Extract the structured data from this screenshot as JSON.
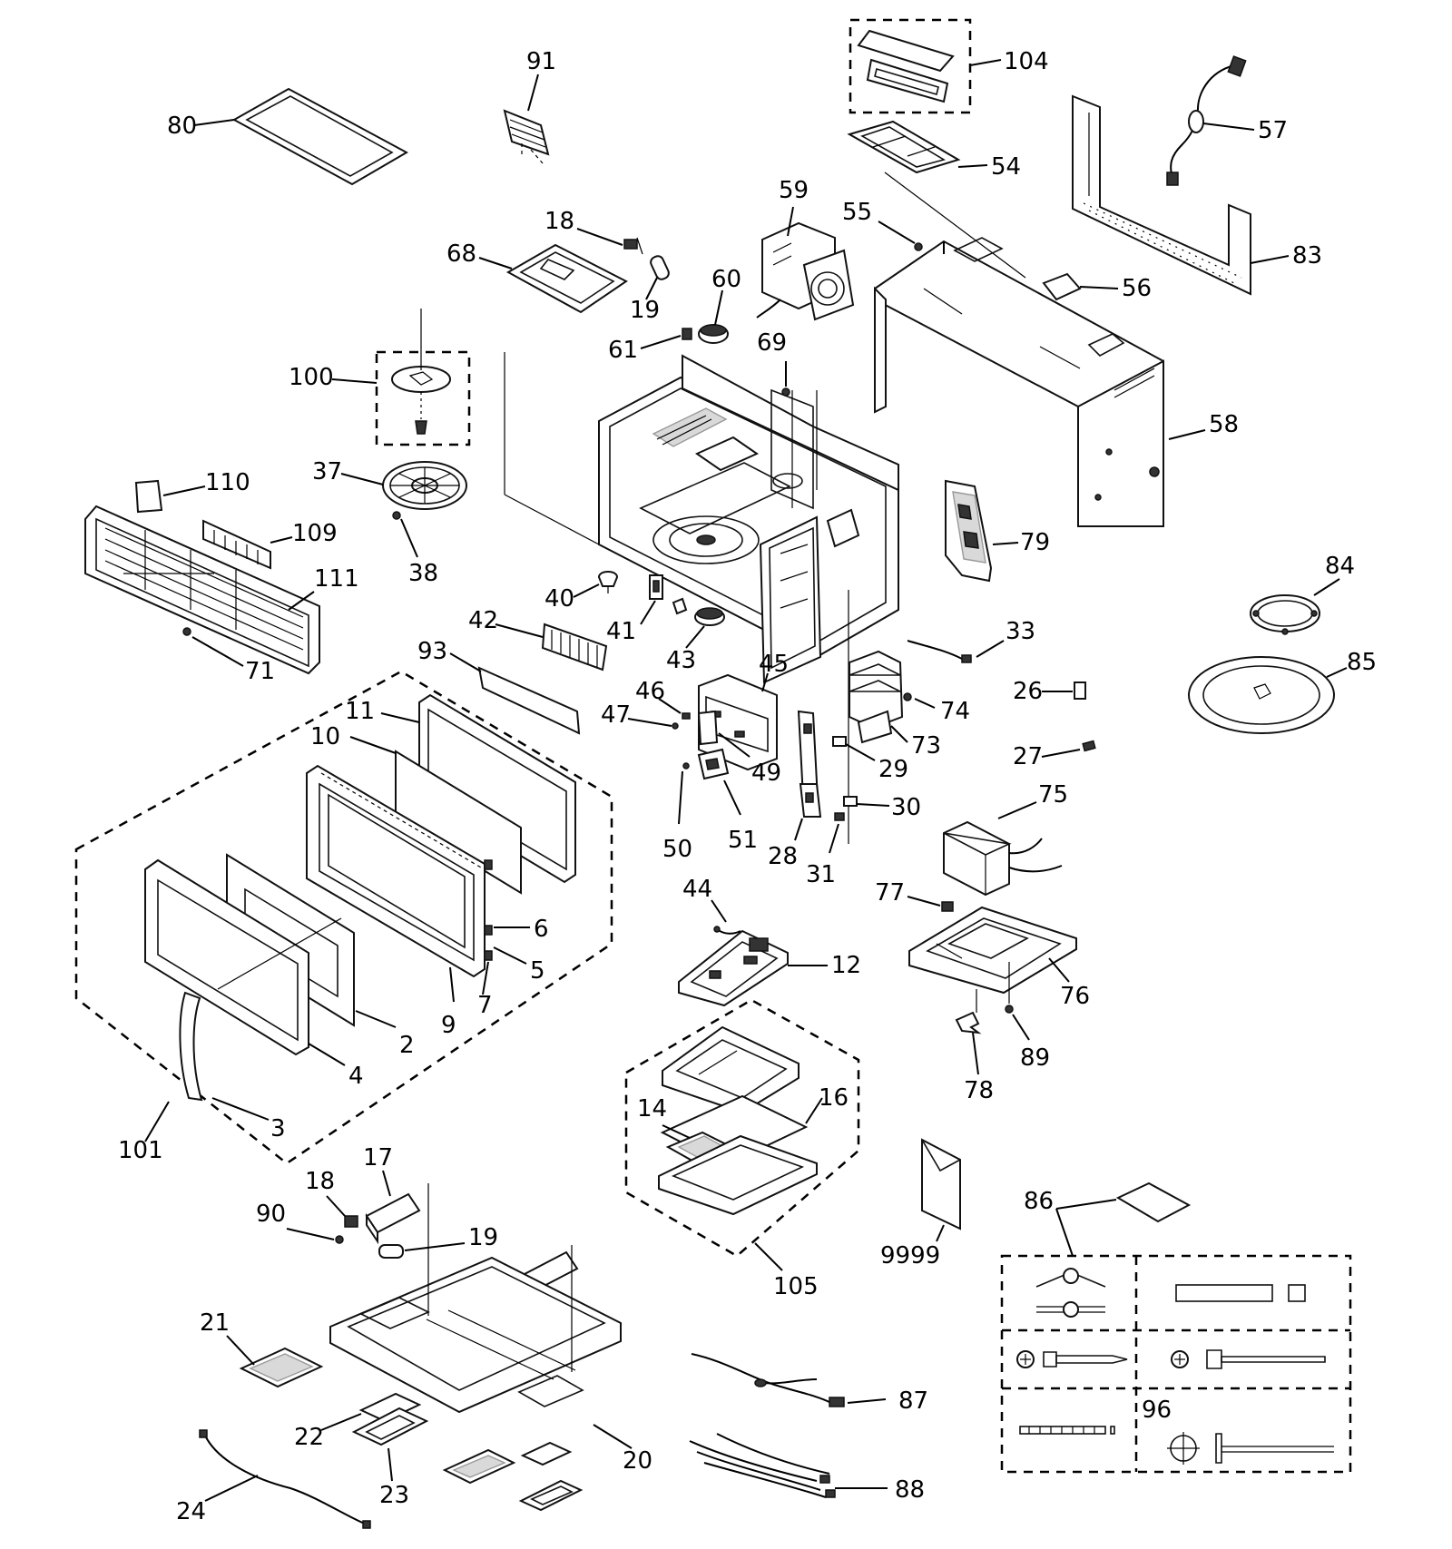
{
  "callouts": {
    "c80": "80",
    "c91": "91",
    "c104": "104",
    "c57": "57",
    "c54": "54",
    "c59": "59",
    "c18a": "18",
    "c55": "55",
    "c68": "68",
    "c83": "83",
    "c60": "60",
    "c56": "56",
    "c19a": "19",
    "c61": "61",
    "c69": "69",
    "c100": "100",
    "c58": "58",
    "c110": "110",
    "c37": "37",
    "c109": "109",
    "c79": "79",
    "c38": "38",
    "c111": "111",
    "c40": "40",
    "c84": "84",
    "c41": "41",
    "c33": "33",
    "c42": "42",
    "c71": "71",
    "c93": "93",
    "c45": "45",
    "c43": "43",
    "c85": "85",
    "c46": "46",
    "c26": "26",
    "c11": "11",
    "c74": "74",
    "c47": "47",
    "c10": "10",
    "c73": "73",
    "c29": "29",
    "c27": "27",
    "c49": "49",
    "c75": "75",
    "c30": "30",
    "c50": "50",
    "c51": "51",
    "c28": "28",
    "c31": "31",
    "c6": "6",
    "c44": "44",
    "c77": "77",
    "c5": "5",
    "c12": "12",
    "c7": "7",
    "c9": "9",
    "c2": "2",
    "c76": "76",
    "c89": "89",
    "c4": "4",
    "c78": "78",
    "c16": "16",
    "c14": "14",
    "c3": "3",
    "c101": "101",
    "c17": "17",
    "c18b": "18",
    "c90": "90",
    "c19b": "19",
    "c86": "86",
    "c9999": "9999",
    "c105": "105",
    "c21": "21",
    "c96": "96",
    "c87": "87",
    "c22": "22",
    "c20": "20",
    "c23": "23",
    "c88": "88",
    "c24": "24"
  }
}
